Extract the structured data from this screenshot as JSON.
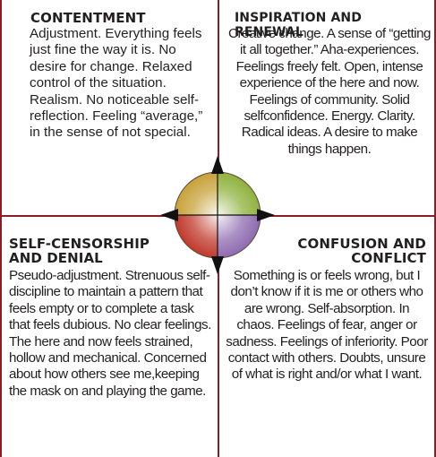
{
  "quadrants": {
    "top_left": {
      "title": "CONTENTMENT",
      "body": "Adjustment. Everything feels just fine the way it is. No desire for change. Relaxed control of the situation. Realism. No noticeable self-reflection. Feeling “average,” in the sense of not special."
    },
    "top_right": {
      "title": "INSPIRATION AND RENEWAL",
      "body": "Creative change. A sense of “getting it all together.” Aha-experiences. Feelings freely felt. Open, intense experience of the here and now. Feelings of community. Solid selfconfidence. Energy. Clarity. Radical ideas. A desire to make things happen."
    },
    "bottom_left": {
      "title": "SELF-CENSORSHIP AND DENIAL",
      "body": "Pseudo-adjustment. Strenuous self-discipline to maintain a pattern that feels empty or to complete a task that feels dubious. No clear feelings. The here and now feels strained, hollow and mechanical. Concerned about how others see me,keeping the mask on and playing the game."
    },
    "bottom_right": {
      "title": "CONFUSION AND CONFLICT",
      "body": "Something is or feels wrong, but I don’t know if it is me or others who are wrong. Self-absorption. In chaos. Feelings of fear, anger or sadness. Feelings of inferiority. Poor contact with others. Doubts, unsure of what is right and/or what I want."
    }
  },
  "colors": {
    "border": "#8b1d24",
    "text": "#231f20",
    "wheel_top_left": "#c8a23a",
    "wheel_top_right": "#8fb23d",
    "wheel_bottom_left": "#c0392b",
    "wheel_bottom_right": "#8e6bb0",
    "arrow": "#111111"
  }
}
